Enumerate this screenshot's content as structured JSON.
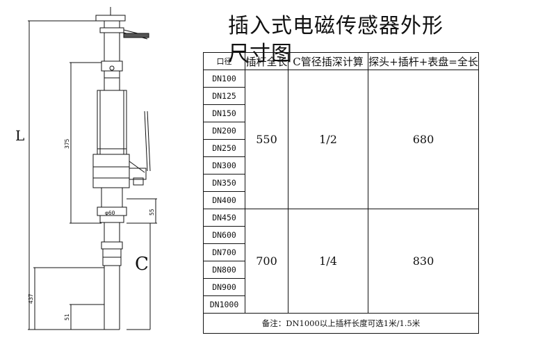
{
  "title": "插入式电磁传感器外形尺寸图",
  "drawing": {
    "label_L": "L",
    "label_C": "C",
    "dim_375": "375",
    "dim_55": "55",
    "dim_phi60": "φ60",
    "dim_437": "437",
    "dim_51": "51"
  },
  "table": {
    "headers": [
      "口径",
      "插杆全长",
      "C管径插深计算",
      "探头+插杆+表盘=全长"
    ],
    "groups": [
      {
        "diameters": [
          "DN100",
          "DN125",
          "DN150",
          "DN200",
          "DN250",
          "DN300",
          "DN350",
          "DN400"
        ],
        "rod_length": "550",
        "insertion": "1/2",
        "total": "680"
      },
      {
        "diameters": [
          "DN450",
          "DN600",
          "DN700",
          "DN800",
          "DN900",
          "DN1000"
        ],
        "rod_length": "700",
        "insertion": "1/4",
        "total": "830"
      }
    ],
    "note": "备注：DN1000以上插杆长度可选1米/1.5米"
  }
}
